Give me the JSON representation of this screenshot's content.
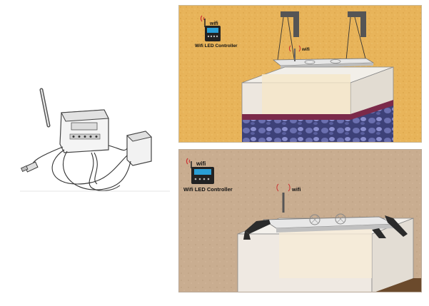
{
  "top_panel": {
    "controller_label": "Wifi LED Controller",
    "wifi_icon_label": "wifi",
    "antenna_label": "wifi"
  },
  "bottom_panel": {
    "controller_label": "Wifi LED Controller",
    "wifi_icon_label": "wifi",
    "antenna_label": "wifi"
  },
  "colors": {
    "sand": "#e8b45a",
    "wall": "#c9ad90",
    "controller_screen": "#2a9fd6",
    "gravel": "#4b4f8a"
  }
}
